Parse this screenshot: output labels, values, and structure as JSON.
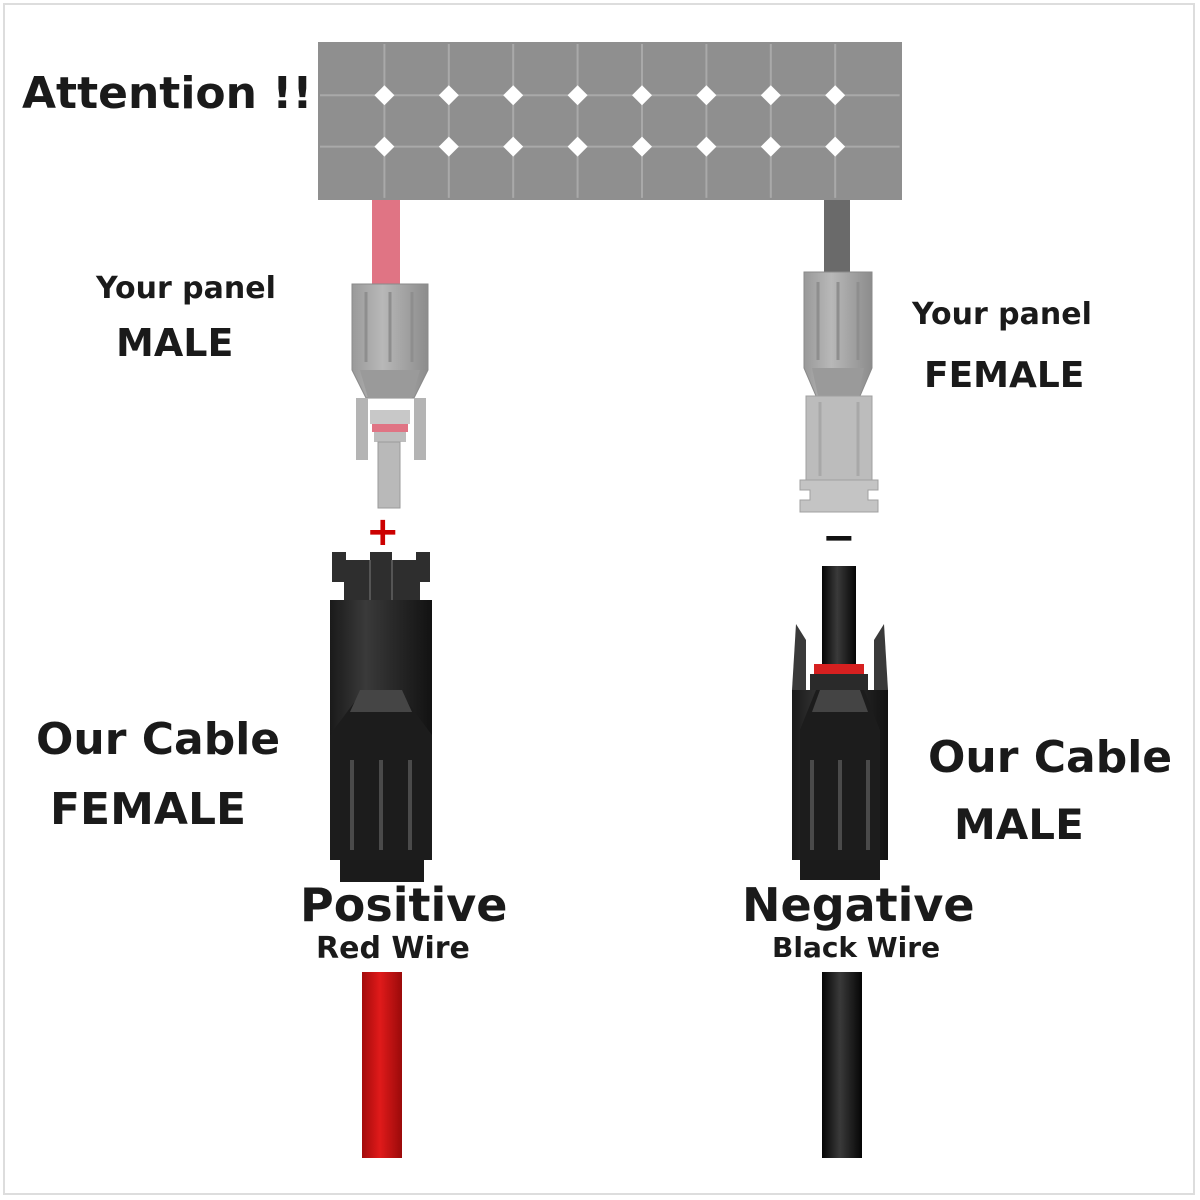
{
  "title": "Attention !!",
  "panel_male": {
    "line1": "Your panel",
    "line2": "MALE"
  },
  "panel_female": {
    "line1": "Your panel",
    "line2": "FEMALE"
  },
  "cable_female": {
    "line1": "Our Cable",
    "line2": "FEMALE"
  },
  "cable_male": {
    "line1": "Our Cable",
    "line2": "MALE"
  },
  "positive": {
    "label": "Positive",
    "wire": "Red Wire",
    "sign": "+"
  },
  "negative": {
    "label": "Negative",
    "wire": "Black Wire",
    "sign": "−"
  },
  "colors": {
    "panel": "#8f8f8f",
    "panel_cell_gap": "#a9a9a9",
    "panel_red_wire": "#e07484",
    "panel_black_wire": "#6a6a6a",
    "panel_connector": "#a6a6a6",
    "cable_connector": "#2b2b2b",
    "red_wire": "#cc1111",
    "black_wire": "#141414",
    "seal_ring": "#d62020",
    "positive_sign": "#cc0000",
    "negative_sign": "#111111"
  }
}
